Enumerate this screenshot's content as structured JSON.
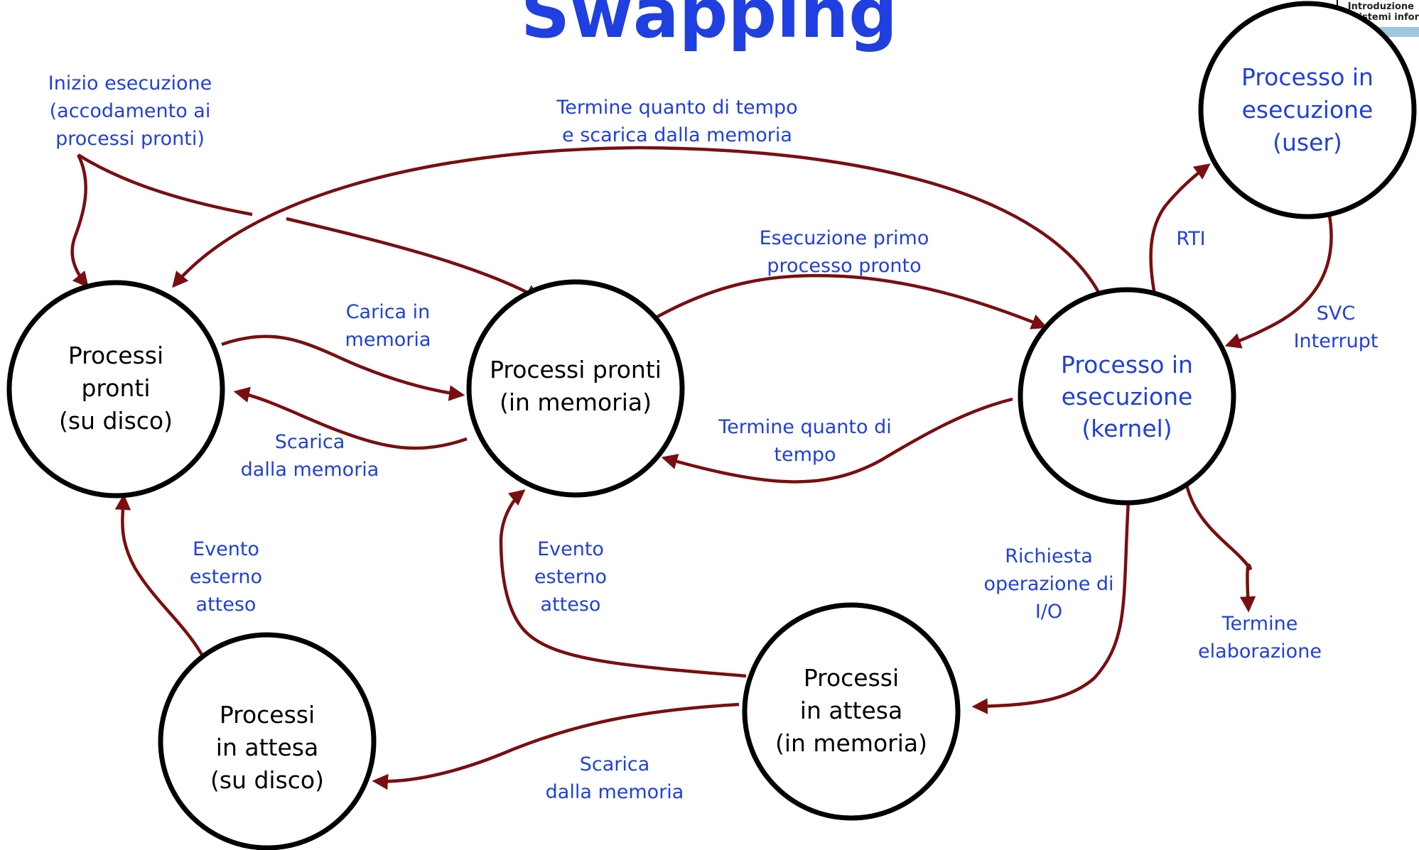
{
  "title": "Swapping",
  "colors": {
    "title": "#1f3fe0",
    "label": "#1f3fe0",
    "arrow": "#7a0e10",
    "node_border": "#000000"
  },
  "logo": {
    "line1": "Introduzione",
    "line2": "ai sistemi infor"
  },
  "nodes": {
    "pronti_disco": [
      "Processi",
      "pronti",
      "(su disco)"
    ],
    "pronti_memoria": [
      "Processi pronti",
      "(in memoria)"
    ],
    "esecuzione_kernel": [
      "Processo in",
      "esecuzione",
      "(kernel)"
    ],
    "esecuzione_user": [
      "Processo in",
      "esecuzione",
      "(user)"
    ],
    "attesa_disco": [
      "Processi",
      "in attesa",
      "(su disco)"
    ],
    "attesa_memoria": [
      "Processi",
      "in attesa",
      "(in memoria)"
    ]
  },
  "labels": {
    "inizio": [
      "Inizio esecuzione",
      "(accodamento ai",
      "processi pronti)"
    ],
    "termine_quanto_scarica": [
      "Termine quanto di tempo",
      "e scarica dalla memoria"
    ],
    "esecuzione_primo": [
      "Esecuzione primo",
      "processo pronto"
    ],
    "carica": [
      "Carica in",
      "memoria"
    ],
    "scarica_top": [
      "Scarica",
      "dalla memoria"
    ],
    "termine_quanto": [
      "Termine quanto di",
      "tempo"
    ],
    "rti": [
      "RTI"
    ],
    "svc": [
      "SVC",
      "Interrupt"
    ],
    "evento_left": [
      "Evento",
      "esterno",
      "atteso"
    ],
    "evento_mid": [
      "Evento",
      "esterno",
      "atteso"
    ],
    "richiesta": [
      "Richiesta",
      "operazione di",
      "I/O"
    ],
    "termine_elab": [
      "Termine",
      "elaborazione"
    ],
    "scarica_bottom": [
      "Scarica",
      "dalla memoria"
    ]
  }
}
